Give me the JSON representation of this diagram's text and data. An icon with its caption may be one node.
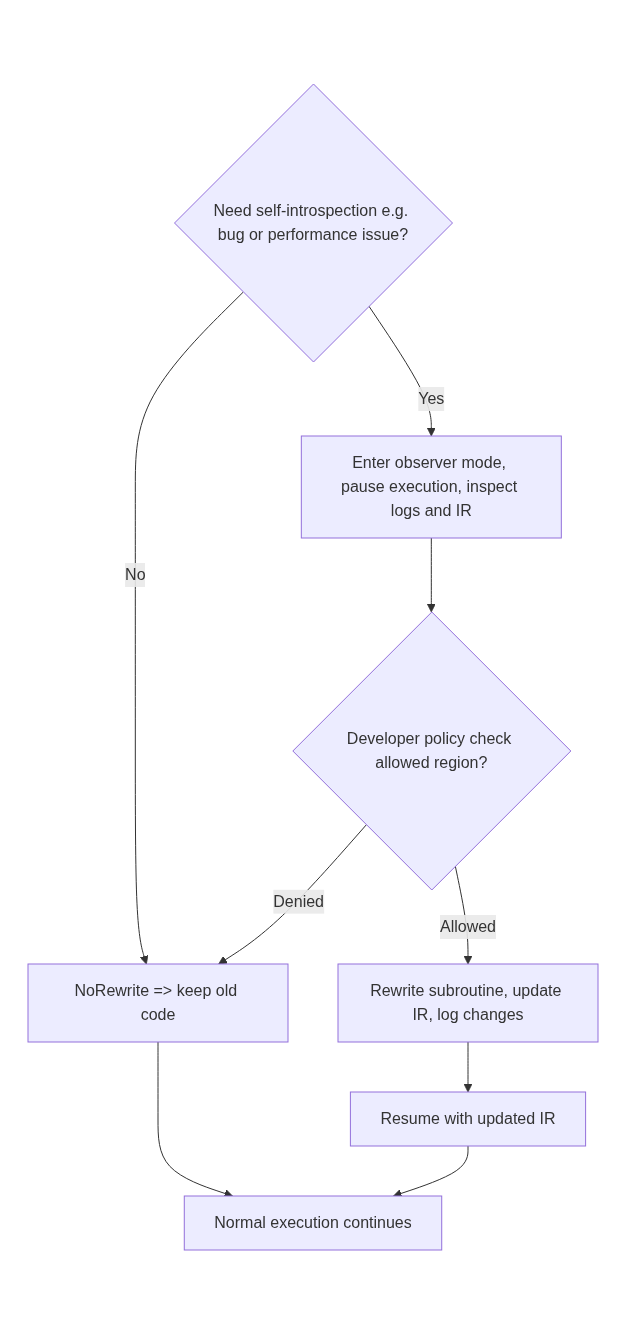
{
  "diagram": {
    "nodes": [
      {
        "text": [
          "Need self-introspection e.g. bug or performance issue?"
        ]
      },
      {
        "text": [
          "Enter observer mode, pause execution, inspect logs and IR"
        ]
      },
      {
        "text": [
          "Developer policy check allowed region?"
        ]
      },
      {
        "text": [
          "NoRewrite => keep old code"
        ]
      },
      {
        "text": [
          "Rewrite subroutine, update IR, log changes"
        ]
      },
      {
        "text": [
          "Resume with updated IR"
        ]
      },
      {
        "text": [
          "Normal execution continues"
        ]
      }
    ],
    "edges": [
      {
        "from": 0,
        "to": 1,
        "label": "Yes",
        "arrow": "to"
      },
      {
        "from": 0,
        "to": 3,
        "label": "No",
        "arrow": "to"
      },
      {
        "from": 1,
        "to": 2,
        "arrow": "to"
      },
      {
        "from": 2,
        "to": 3,
        "label": "Denied",
        "arrow": "to"
      },
      {
        "from": 2,
        "to": 4,
        "label": "Allowed",
        "arrow": "to"
      },
      {
        "from": 4,
        "to": 5,
        "arrow": "to"
      },
      {
        "from": 3,
        "to": 6,
        "arrow": "to"
      },
      {
        "from": 5,
        "to": 6,
        "arrow": "to"
      }
    ]
  }
}
